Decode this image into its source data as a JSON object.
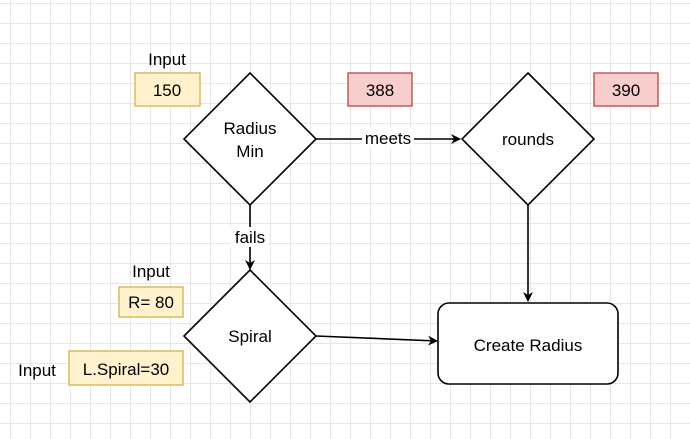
{
  "nodes": {
    "radius_min": {
      "line1": "Radius",
      "line2": "Min"
    },
    "rounds": {
      "label": "rounds"
    },
    "spiral": {
      "label": "Spiral"
    },
    "create_radius": {
      "label": "Create Radius"
    }
  },
  "notes": {
    "input_150": {
      "caption": "Input",
      "value": "150"
    },
    "value_388": {
      "value": "388"
    },
    "value_390": {
      "value": "390"
    },
    "input_r80": {
      "caption": "Input",
      "value": "R= 80"
    },
    "input_lspiral": {
      "caption": "Input",
      "value": "L.Spiral=30"
    }
  },
  "edges": {
    "meets": "meets",
    "fails": "fails"
  },
  "colors": {
    "input_fill": "#fff2cc",
    "input_stroke": "#d6b656",
    "value_fill": "#f8cecc",
    "value_stroke": "#b85450"
  }
}
